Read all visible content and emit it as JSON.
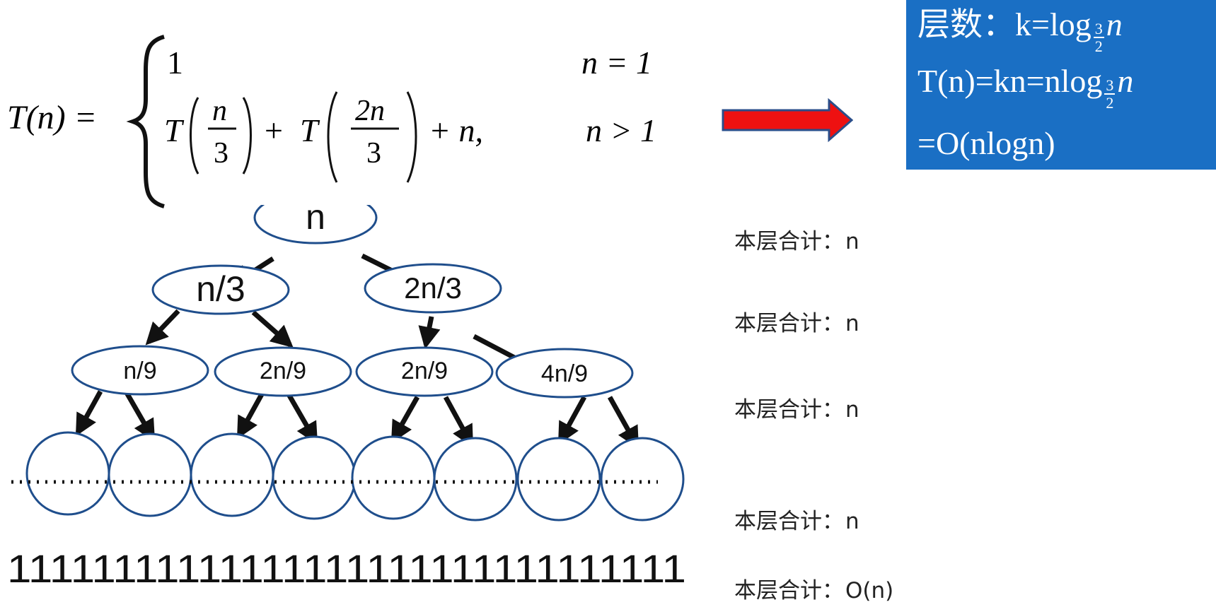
{
  "formula": {
    "lhs": "T(n) =",
    "case1_value": "1",
    "case1_condition": "n = 1",
    "case2_T1": "T",
    "case2_num1": "n",
    "case2_den1": "3",
    "case2_plus": "+",
    "case2_T2": "T",
    "case2_num2": "2n",
    "case2_den2": "3",
    "case2_tail": "+ n,",
    "case2_condition": "n > 1"
  },
  "result": {
    "line1_prefix": "层数：k=log",
    "line2_prefix": "T(n)=kn=nlog",
    "log_base_num": "3",
    "log_base_den": "2",
    "log_arg": "n",
    "line3": "=O(nlogn)"
  },
  "tree": {
    "nodes": [
      "n",
      "n/3",
      "2n/3",
      "n/9",
      "2n/9",
      "2n/9",
      "4n/9"
    ],
    "leaf_count": 8,
    "bottom_ones": "11111111111111111111111111111111"
  },
  "level_sums": [
    {
      "label": "本层合计：",
      "value": "n"
    },
    {
      "label": "本层合计：",
      "value": "n"
    },
    {
      "label": "本层合计：",
      "value": "n"
    },
    {
      "label": "本层合计：",
      "value": "n"
    },
    {
      "label": "本层合计：",
      "value": "O(n)"
    }
  ],
  "colors": {
    "node_stroke": "#1f4e8c",
    "result_bg": "#1a6fc4",
    "arrow_fill": "#ee1111",
    "arrow_stroke": "#2a4e8a"
  }
}
